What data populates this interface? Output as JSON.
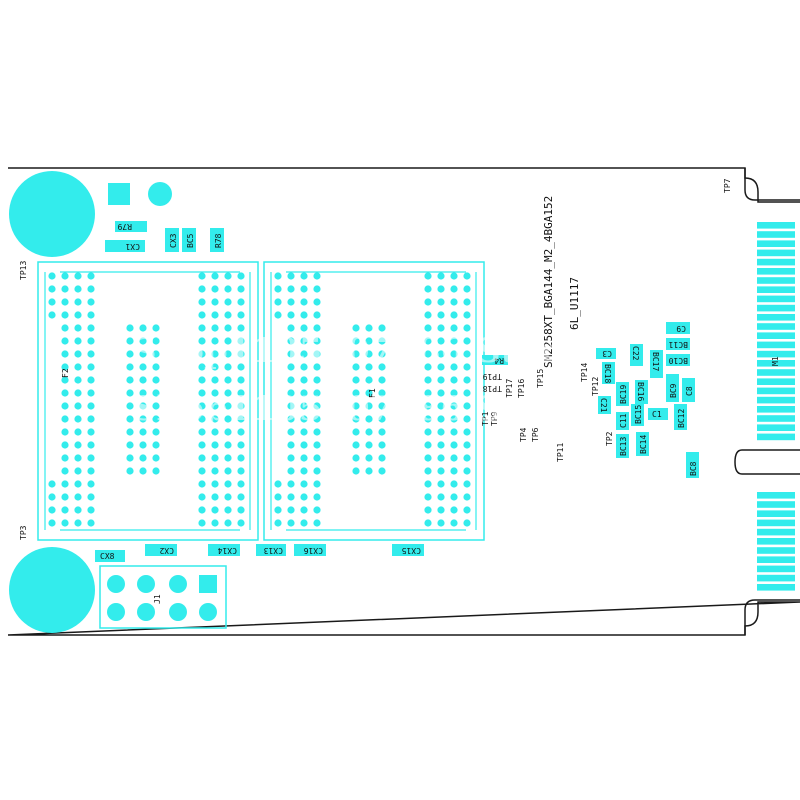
{
  "colors": {
    "accent": "#33ECEC",
    "outline": "#1a1a1a",
    "background": "#ffffff",
    "text": "#111111"
  },
  "labels": {
    "board_title": "SM2258XT_BGA144_M2_4BGA152",
    "regulator": "6L_U1117",
    "connector_m1": "M1",
    "connector_j1": "J1",
    "flash_f1": "F1",
    "flash_f2": "F2",
    "r79": "R79",
    "r78": "R78",
    "cx1": "CX1",
    "cx3": "CX3",
    "bc5": "BC5",
    "cx8": "CX8",
    "cx2": "CX2",
    "cx14": "CX14",
    "cx13": "CX13",
    "cx16": "CX16",
    "cx15": "CX15",
    "tp1": "TP1",
    "tp2": "TP2",
    "tp3": "TP3",
    "tp4": "TP4",
    "tp6": "TP6",
    "tp7": "TP7",
    "tp9": "TP9",
    "tp11": "TP11",
    "tp12": "TP12",
    "tp13": "TP13",
    "tp14": "TP14",
    "tp15": "TP15",
    "tp16": "TP16",
    "tp17": "TP17",
    "tp18": "TP18",
    "tp19": "TP19",
    "r4": "R4",
    "c3": "C3",
    "bc18": "BC18",
    "bc19": "BC19",
    "bc13": "BC13",
    "bc14": "BC14",
    "bc15": "BC15",
    "bc16": "BC16",
    "bc17": "BC17",
    "c1": "C1",
    "c11": "C11",
    "c21": "C21",
    "c22": "C22",
    "c9": "C9",
    "bc11": "BC11",
    "bc10": "BC10",
    "bc9": "BC9",
    "bc12": "BC12",
    "c8": "C8",
    "bc8": "BC8"
  },
  "watermark": {
    "line1": "Shop1105607086 Store",
    "line2": "Shop1105607086 Store"
  }
}
